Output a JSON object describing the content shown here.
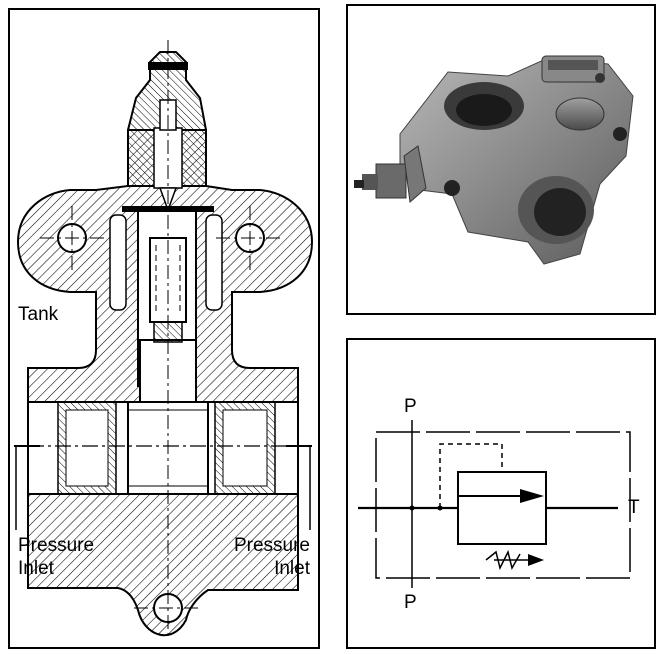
{
  "section_view": {
    "labels": {
      "tank": "Tank",
      "pressure_left": [
        "Pressure",
        "Inlet"
      ],
      "pressure_right": [
        "Pressure",
        "Inlet"
      ]
    }
  },
  "photo": {},
  "symbol": {
    "port_p_top": "P",
    "port_p_bottom": "P",
    "port_t": "T"
  }
}
